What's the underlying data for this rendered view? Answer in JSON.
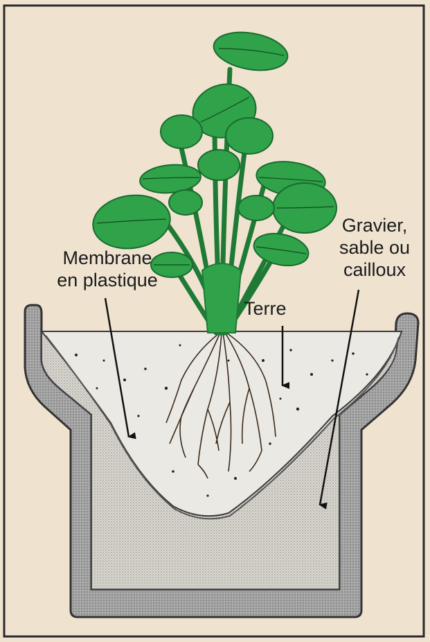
{
  "labels": {
    "membrane": {
      "line1": "Membrane",
      "line2": "en plastique"
    },
    "gravel": {
      "line1": "Gravier,",
      "line2": "sable ou",
      "line3": "cailloux"
    },
    "soil": {
      "line1": "Terre"
    }
  },
  "colors": {
    "background": "#efe3d0",
    "frame": "#2a2a2a",
    "pot": "#8e8e8e",
    "gravel": "#d6d3cc",
    "soil": "#e9e7e1",
    "leaf": "#2fa24a",
    "leaf_dark": "#1e7a34",
    "roots": "#3a2a1a"
  }
}
